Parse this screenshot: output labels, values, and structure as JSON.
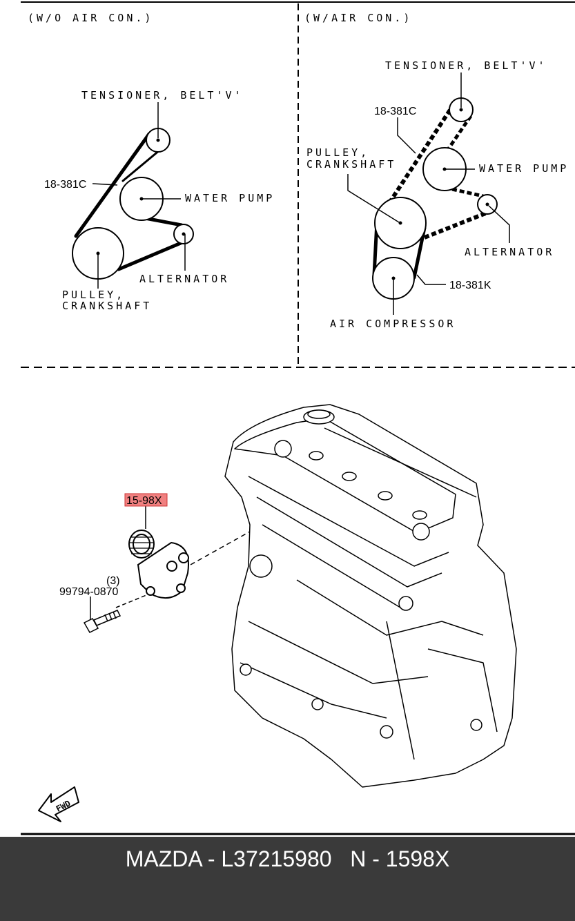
{
  "left_panel": {
    "title": "(W/O AIR CON.)",
    "labels": {
      "tensioner": "TENSIONER, BELT'V'",
      "belt": "18-381C",
      "water_pump": "WATER PUMP",
      "alternator": "ALTERNATOR",
      "pulley_line1": "PULLEY,",
      "pulley_line2": "CRANKSHAFT"
    }
  },
  "right_panel": {
    "title": "(W/AIR CON.)",
    "labels": {
      "tensioner": "TENSIONER, BELT'V'",
      "belt_c": "18-381C",
      "pulley_line1": "PULLEY,",
      "pulley_line2": "CRANKSHAFT",
      "water_pump": "WATER PUMP",
      "alternator": "ALTERNATOR",
      "belt_k": "18-381K",
      "air_compressor": "AIR COMPRESSOR"
    }
  },
  "engine_view": {
    "part_label": "15-98X",
    "part_highlight_color": "#f08080",
    "bolt_qty": "(3)",
    "bolt_number": "99794-0870",
    "fwd_label": "FWD"
  },
  "footer": {
    "text": "MAZDA - L37215980   N - 1598X",
    "background": "#3a3a3a"
  }
}
